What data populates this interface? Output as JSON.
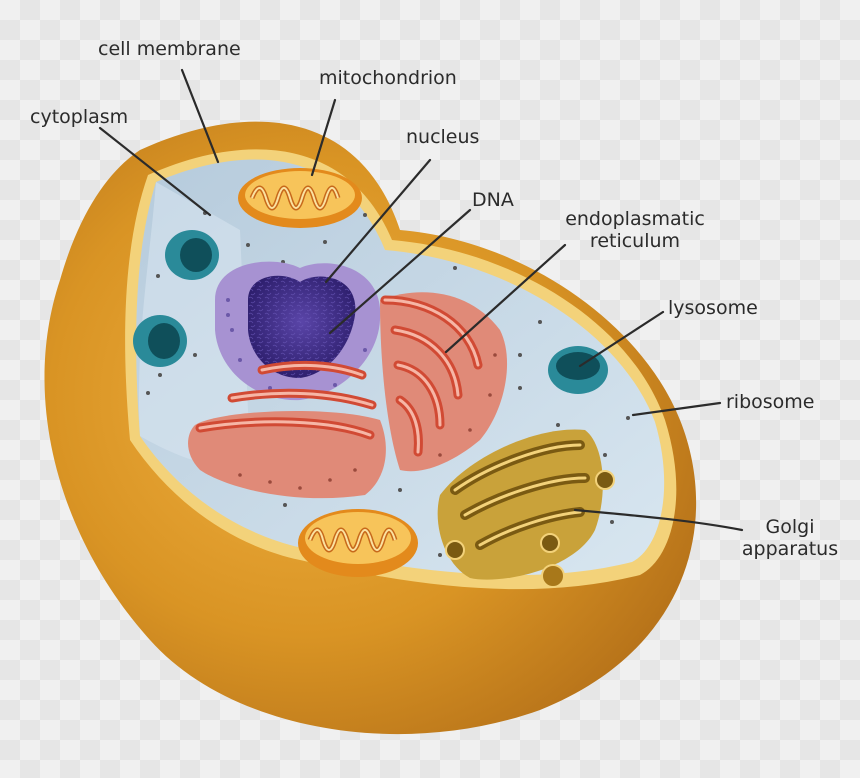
{
  "labels": {
    "cell_membrane": "cell membrane",
    "mitochondrion": "mitochondrion",
    "cytoplasm": "cytoplasm",
    "nucleus": "nucleus",
    "dna": "DNA",
    "er_line1": "endoplasmatic",
    "er_line2": "reticulum",
    "lysosome": "lysosome",
    "ribosome": "ribosome",
    "golgi_line1": "Golgi",
    "golgi_line2": "apparatus"
  },
  "colors": {
    "membrane_outer": "#d08a1e",
    "membrane_rim": "#f3d27a",
    "cytoplasm": "#c9dbe8",
    "nucleus_envelope": "#9b86c8",
    "nucleus_inner": "#3f2d86",
    "er": "#e0755e",
    "golgi": "#c9a23a",
    "mitochondrion": "#f0a02a",
    "lysosome": "#2a8a99"
  }
}
